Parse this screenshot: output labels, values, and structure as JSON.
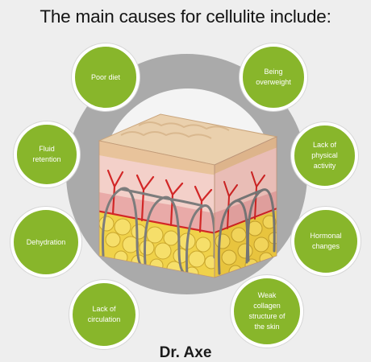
{
  "title": "The main causes for cellulite include:",
  "causes": [
    {
      "lines": [
        "Poor diet"
      ]
    },
    {
      "lines": [
        "Being",
        "overweight"
      ]
    },
    {
      "lines": [
        "Fluid",
        "retention"
      ]
    },
    {
      "lines": [
        "Lack of",
        "physical",
        "activity"
      ]
    },
    {
      "lines": [
        "Dehydration"
      ]
    },
    {
      "lines": [
        "Hormonal",
        "changes"
      ]
    },
    {
      "lines": [
        "Lack of",
        "circulation"
      ]
    },
    {
      "lines": [
        "Weak",
        "collagen",
        "structure of",
        "the skin"
      ]
    }
  ],
  "brand": "Dr. Axe",
  "colors": {
    "background": "#eeeeee",
    "ring": "#aaaaaa",
    "bubble": "#88b62b",
    "epidermis": "#e8c7a0",
    "dermis": "#f2c9c4",
    "fat": "#f0d24a",
    "vessel": "#d22727",
    "fiber": "#7c7c7c"
  }
}
